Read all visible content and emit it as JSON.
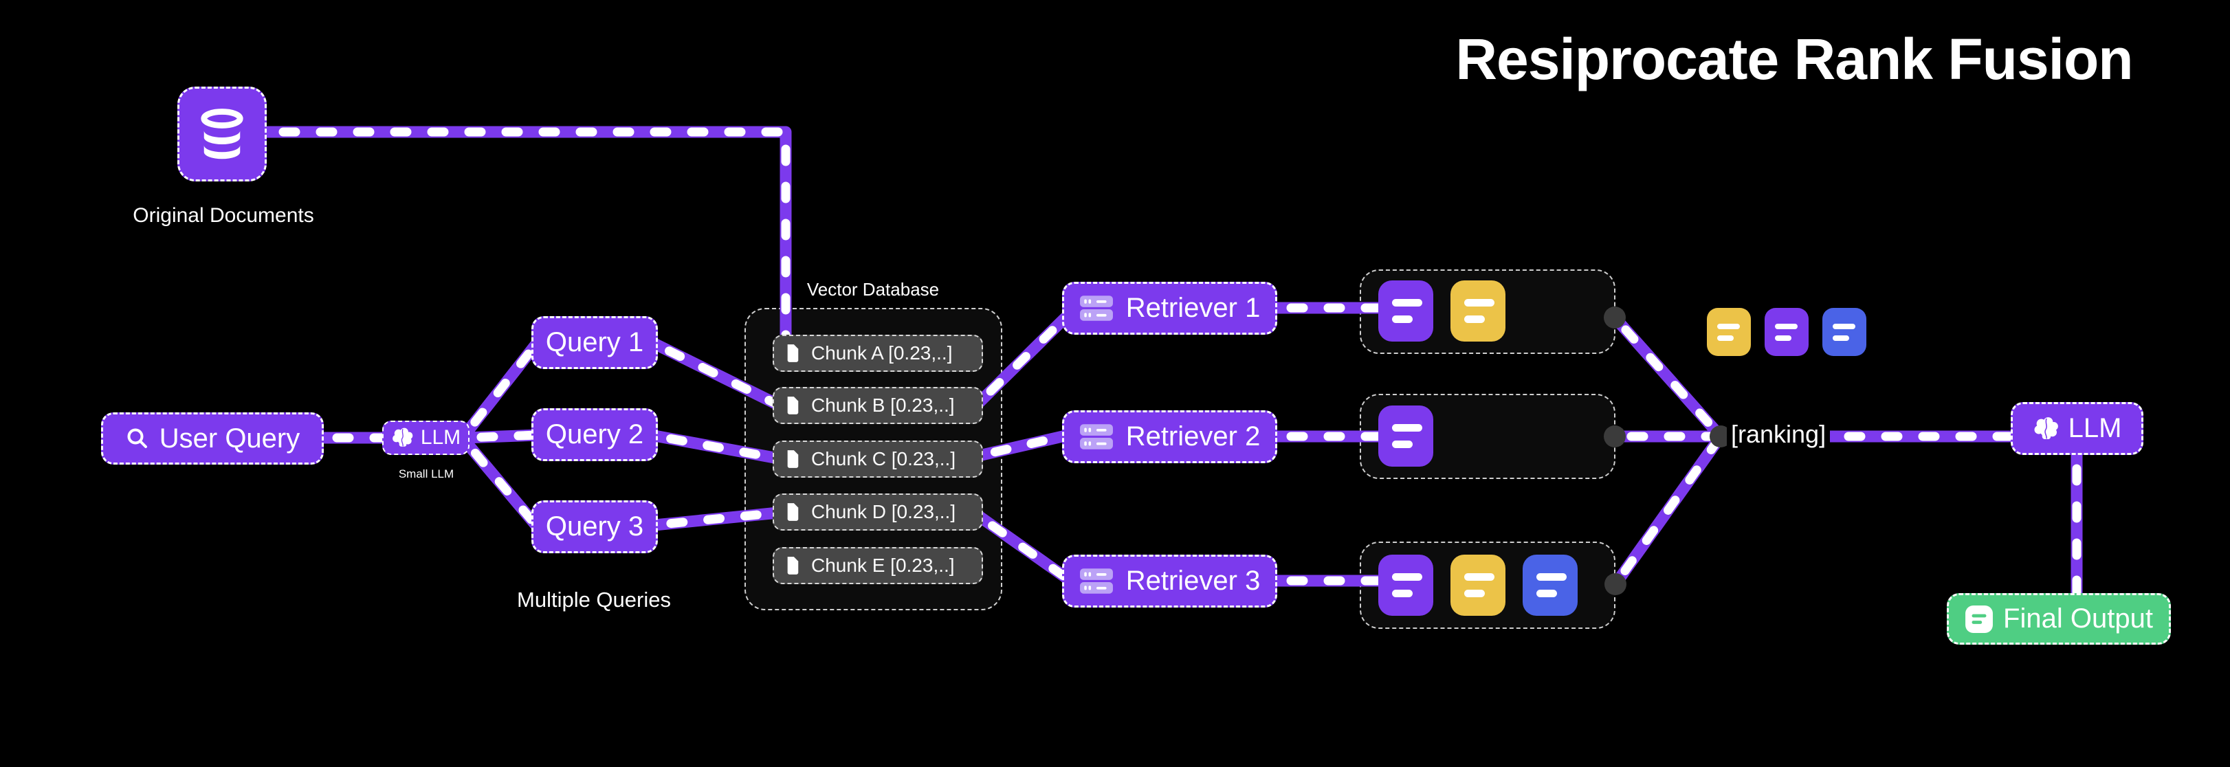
{
  "title": "Resiprocate Rank Fusion",
  "original_documents": {
    "label": "Original Documents"
  },
  "user_query": {
    "label": "User Query"
  },
  "small_llm": {
    "label": "LLM",
    "caption": "Small LLM"
  },
  "queries": {
    "q1": "Query 1",
    "q2": "Query 2",
    "q3": "Query 3",
    "caption": "Multiple Queries"
  },
  "vector_database": {
    "title": "Vector Database",
    "chunks": [
      "Chunk A [0.23,..]",
      "Chunk B [0.23,..]",
      "Chunk C [0.23,..]",
      "Chunk D [0.23,..]",
      "Chunk E [0.23,..]"
    ]
  },
  "retrievers": [
    "Retriever 1",
    "Retriever 2",
    "Retriever 3"
  ],
  "ranking": {
    "label": "[ranking]"
  },
  "answer_llm": {
    "label": "LLM"
  },
  "final_output": {
    "label": "Final Output"
  },
  "colors": {
    "accent_purple": "#7C3AED",
    "chip_light_purple": "#BBA2F6",
    "doc_yellow": "#ECC348",
    "doc_blue": "#4A63E7",
    "output_green": "#4FCE83",
    "chunk_gray": "#474747",
    "connector_dot": "#3b3b3b",
    "background": "#000000"
  }
}
